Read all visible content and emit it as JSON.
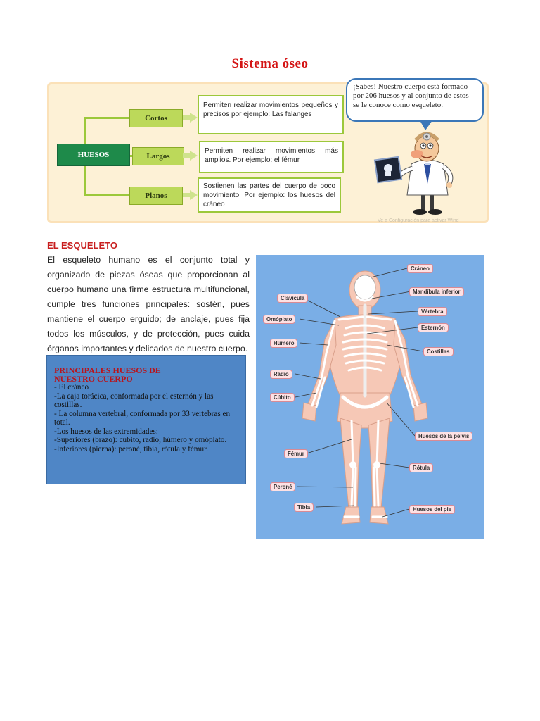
{
  "title": "Sistema óseo",
  "diagram": {
    "root": "HUESOS",
    "branches": [
      {
        "label": "Cortos",
        "description": "Permiten realizar movimientos pequeños y precisos por ejemplo: Las falanges"
      },
      {
        "label": "Largos",
        "description": "Permiten realizar movimientos más amplios. Por ejemplo: el fémur"
      },
      {
        "label": "Planos",
        "description": "Sostienen las partes del cuerpo de poco movimiento. Por ejemplo: los huesos del cráneo"
      }
    ],
    "bubble": "¡Sabes! Nuestro cuerpo está formado por 206 huesos y al conjunto de estos se le conoce como esqueleto.",
    "watermark": "Ve a Configuración para activar Wind"
  },
  "esqueleto": {
    "heading": "EL ESQUELETO",
    "body": "El esqueleto humano es el conjunto total y organizado de piezas óseas que proporcionan al cuerpo humano una firme estructura multifuncional, cumple tres funciones principales: sostén, pues mantiene el cuerpo erguido; de anclaje, pues fija todos los músculos, y de protección, pues cuida órganos importantes y delicados de nuestro cuerpo."
  },
  "principales": {
    "title": "PRINCIPALES HUESOS DE NUESTRO CUERPO",
    "lines": [
      "- El cráneo",
      "-La caja torácica, conformada por el esternón y las costillas.",
      "- La columna vertebral, conformada por 33 vertebras en total.",
      "-Los huesos de las extremidades:",
      "-Superiores (brazo): cubito, radio, húmero y omóplato.",
      "-Inferiores (pierna): peroné, tibia, rótula y fémur."
    ]
  },
  "skeleton_labels": {
    "craneo": "Cráneo",
    "mandibula": "Mandíbula inferior",
    "clavicula": "Clavícula",
    "vertebra": "Vértebra",
    "omoplato": "Omóplato",
    "esternon": "Esternón",
    "humero": "Húmero",
    "costillas": "Costillas",
    "radio": "Radio",
    "cubito": "Cúbito",
    "pelvis": "Huesos de la pelvis",
    "femur": "Fémur",
    "rotula": "Rótula",
    "perone": "Peroné",
    "tibia": "Tibia",
    "pie": "Huesos del pie"
  },
  "colors": {
    "title_red": "#d41414",
    "panel_bg": "#fdf1d6",
    "green": "#bcd95a",
    "blue_box": "#4f86c6",
    "figure_bg": "#7aaee6"
  }
}
